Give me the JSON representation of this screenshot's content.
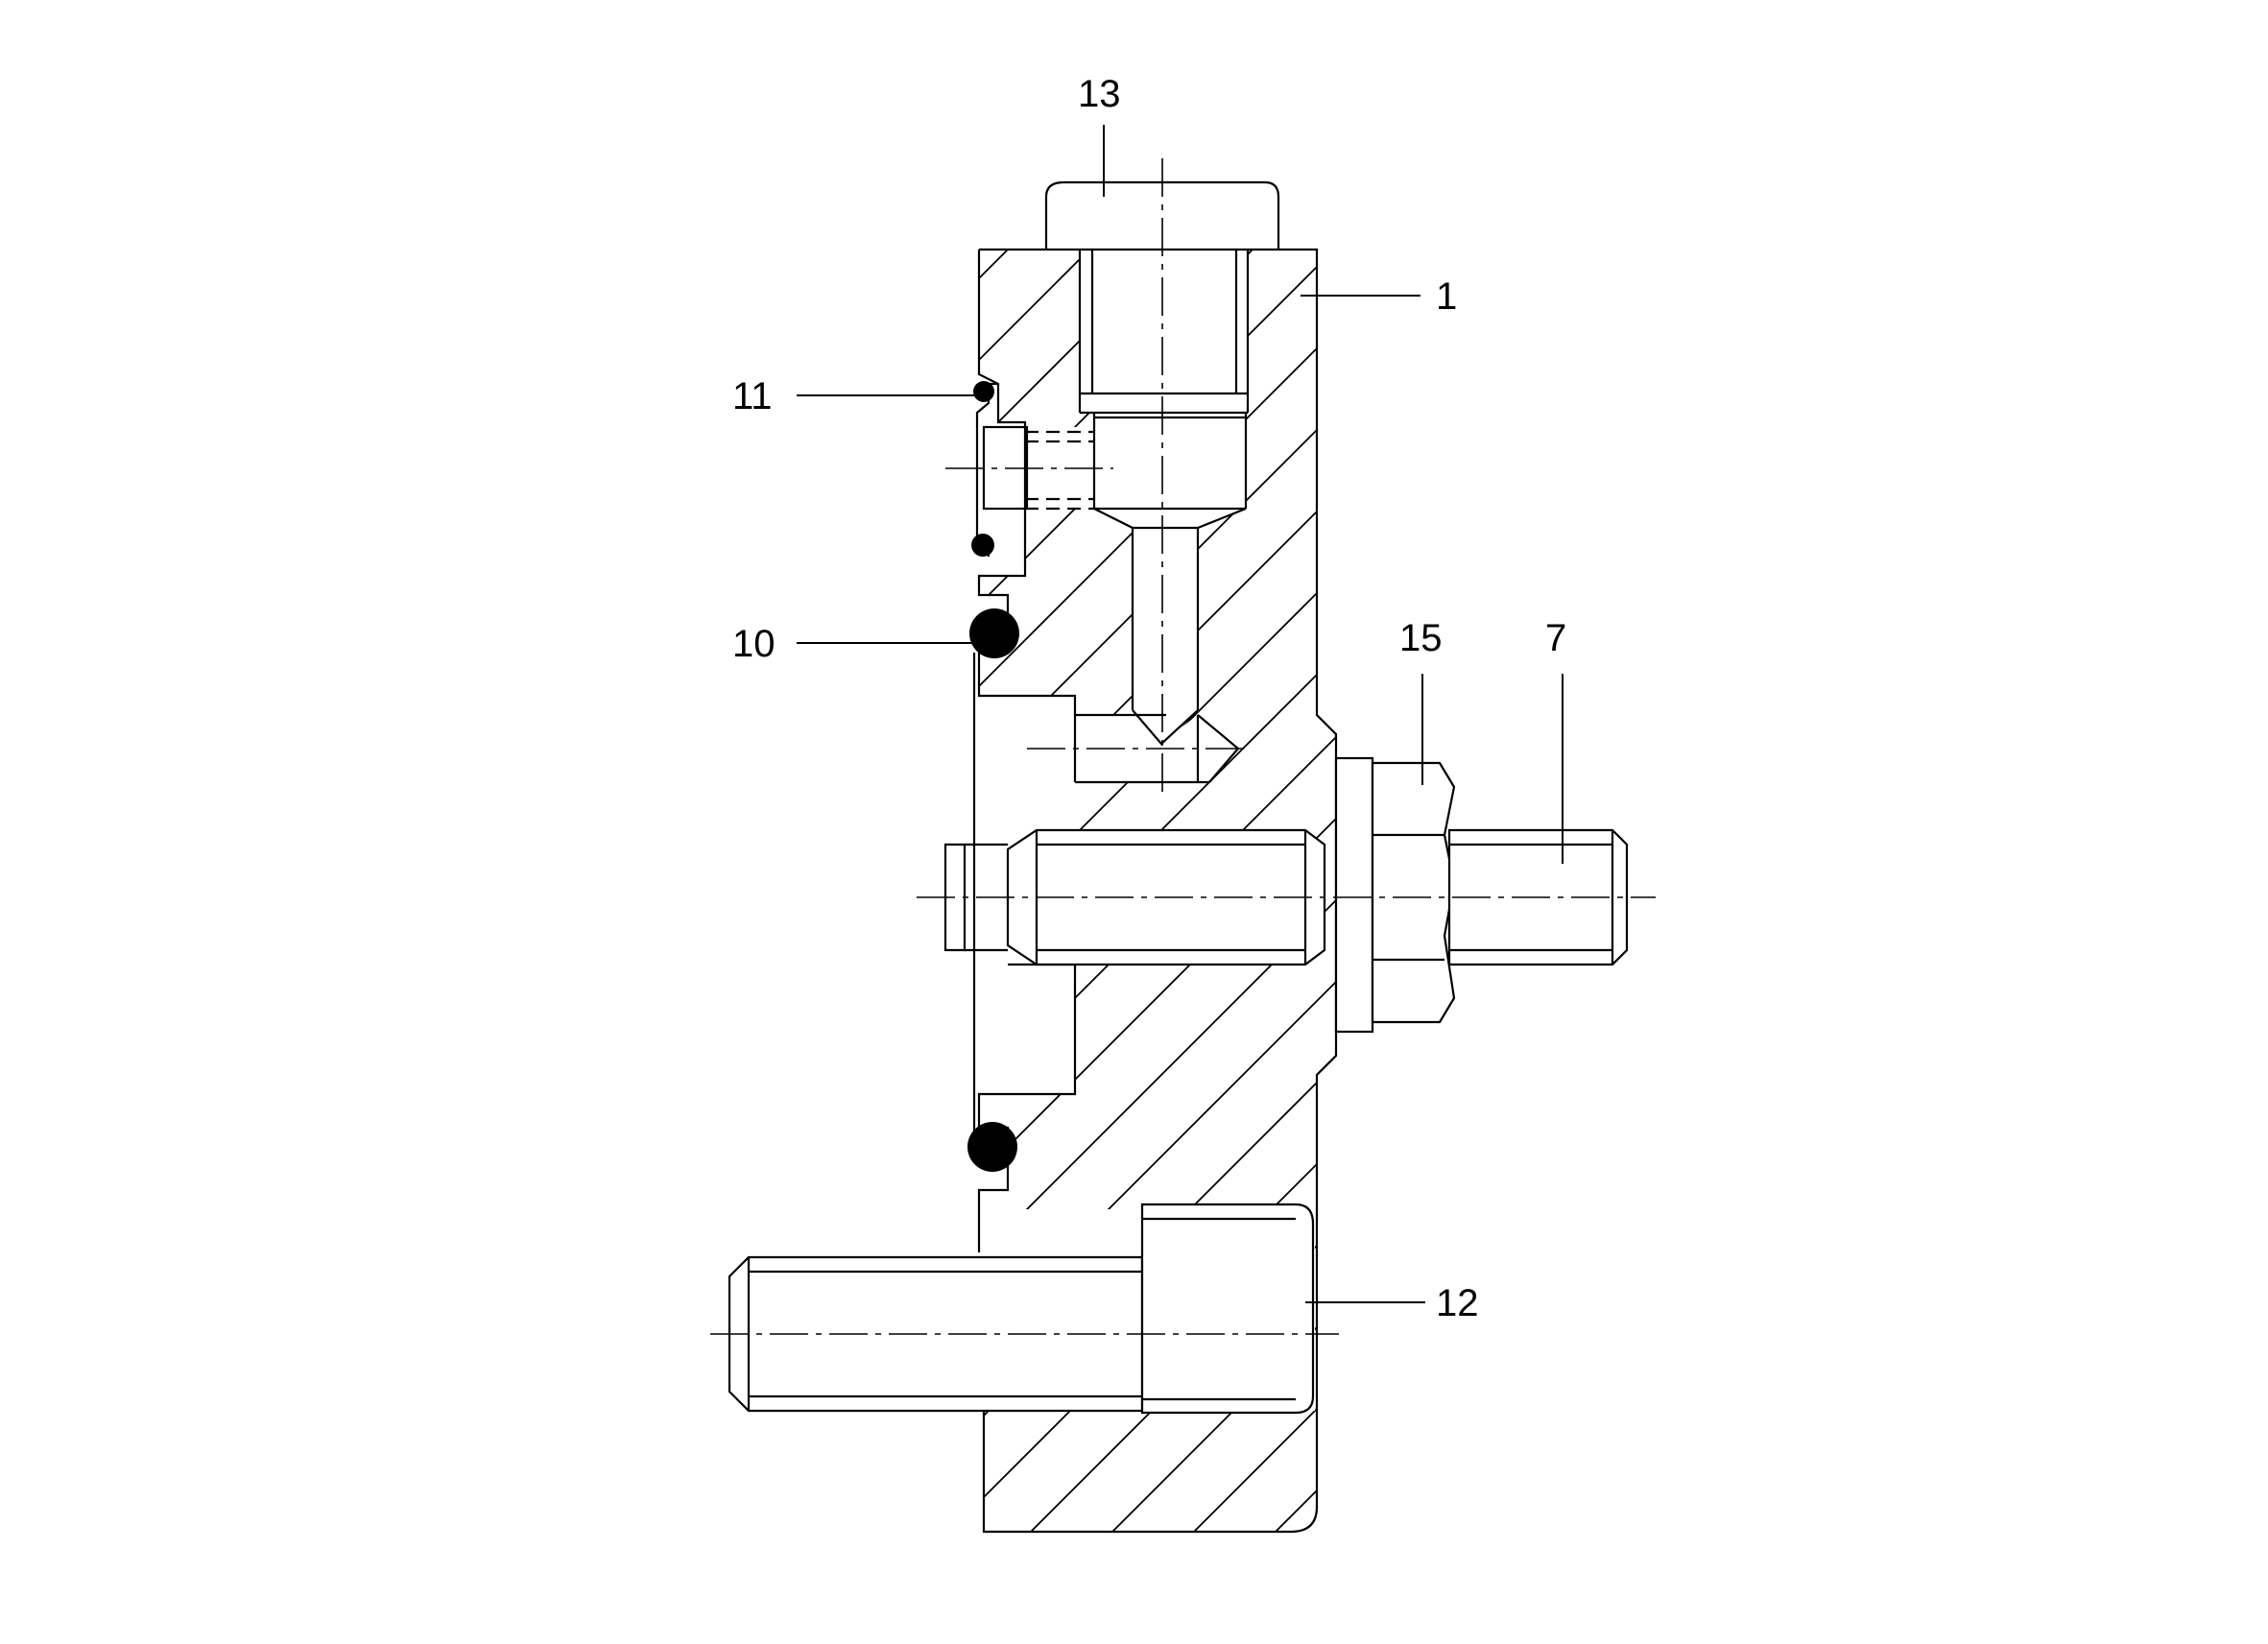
{
  "colors": {
    "line": "#000000",
    "background": "#ffffff",
    "seal": "#000000"
  },
  "callouts": {
    "part_13": "13",
    "part_1": "1",
    "part_11": "11",
    "part_10": "10",
    "part_15": "15",
    "part_7": "7",
    "part_12": "12"
  }
}
